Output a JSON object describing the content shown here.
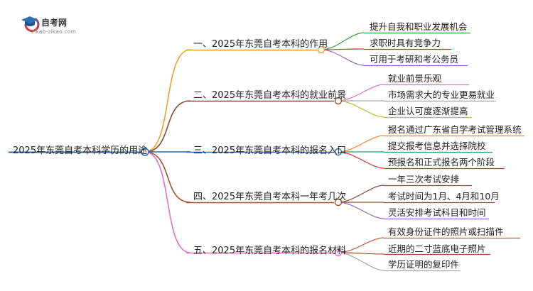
{
  "logo": {
    "title": "自考网",
    "subtitle": "zikao-zikao.com"
  },
  "root": {
    "label": "2025年东莞自考本科学历的用途"
  },
  "branches": [
    {
      "label": "一、2025年东莞自考本科的作用",
      "color": "#f0a030",
      "leaves": [
        {
          "label": "提升自我和职业发展机会",
          "color": "#3c9e3c"
        },
        {
          "label": "求职时具有竞争力",
          "color": "#d92f2f"
        },
        {
          "label": "可用于考研和考公务员",
          "color": "#8a6cc8"
        }
      ]
    },
    {
      "label": "二、2025年东莞自考本科的就业前景",
      "color": "#8a4a3a",
      "leaves": [
        {
          "label": "就业前景乐观",
          "color": "#e070c8"
        },
        {
          "label": "市场需求大的专业更易就业",
          "color": "#a8a8a8"
        },
        {
          "label": "企业认可度逐渐提高",
          "color": "#b8c030"
        }
      ]
    },
    {
      "label": "三、2025年东莞自考本科的报名入口",
      "color": "#2a6aa8",
      "leaves": [
        {
          "label": "报名通过广东省自学考试管理系统",
          "color": "#f08a20"
        },
        {
          "label": "提交报考信息并选择院校",
          "color": "#2e9a6a"
        },
        {
          "label": "预报名和正式报名两个阶段",
          "color": "#d92f2f"
        }
      ]
    },
    {
      "label": "四、2025年东莞自考本科一年考几次",
      "color": "#a0522d",
      "leaves": [
        {
          "label": "一年三次考试安排",
          "color": "#8a4a3a"
        },
        {
          "label": "考试时间为1月、4月和10月",
          "color": "#8a4a3a"
        },
        {
          "label": "灵活安排考试科目和时间",
          "color": "#8a6cc8"
        }
      ]
    },
    {
      "label": "五、2025年东莞自考本科的报名材料",
      "color": "#e070c8",
      "leaves": [
        {
          "label": "有效身份证件的照片或扫描件",
          "color": "#c05a40"
        },
        {
          "label": "近期的二寸蓝底电子照片",
          "color": "#a05030"
        },
        {
          "label": "学历证明的复印件",
          "color": "#a8a8a8"
        }
      ]
    }
  ]
}
